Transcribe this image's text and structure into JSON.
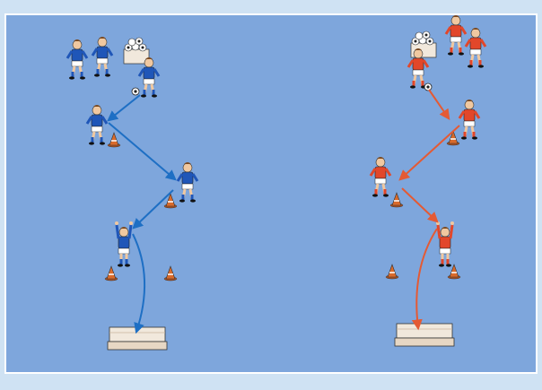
{
  "colors": {
    "frame": "#cfe2f3",
    "field": "#7ea6dc",
    "field_border": "#ffffff",
    "blue_team": "#1f56b8",
    "blue_arrow": "#1e6fc4",
    "red_team": "#e2472a",
    "red_arrow": "#e45a34",
    "cone": "#d96a2b",
    "box": "#f1e8dc",
    "skin": "#f0c8a0"
  },
  "drill": {
    "left_team": "blue",
    "right_team": "red",
    "stations": 4,
    "cones_per_side": 4
  }
}
